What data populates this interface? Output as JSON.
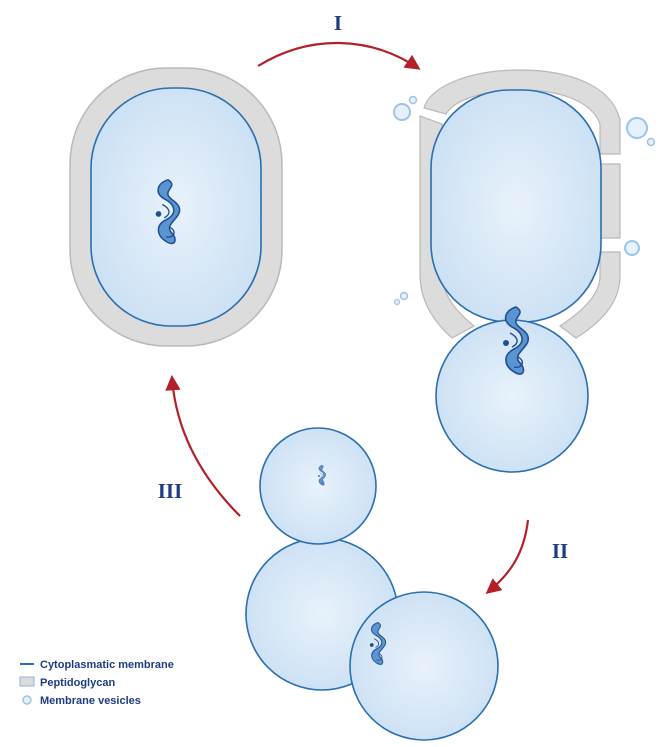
{
  "diagram": {
    "step_labels": {
      "step1": "I",
      "step2": "II",
      "step3": "III"
    },
    "legend": [
      {
        "label": "Cytoplasmatic membrane",
        "icon": "line-icon"
      },
      {
        "label": "Peptidoglycan",
        "icon": "box-icon"
      },
      {
        "label": "Membrane vesicles",
        "icon": "vesicle-icon"
      }
    ],
    "colors": {
      "arrow": "#b3202a",
      "membrane": "#2a6fb0",
      "cytoplasm": "#cfe3f6",
      "wall": "#dcdcdc",
      "text": "#1e3c82",
      "dna": "#2f6fb8"
    }
  }
}
